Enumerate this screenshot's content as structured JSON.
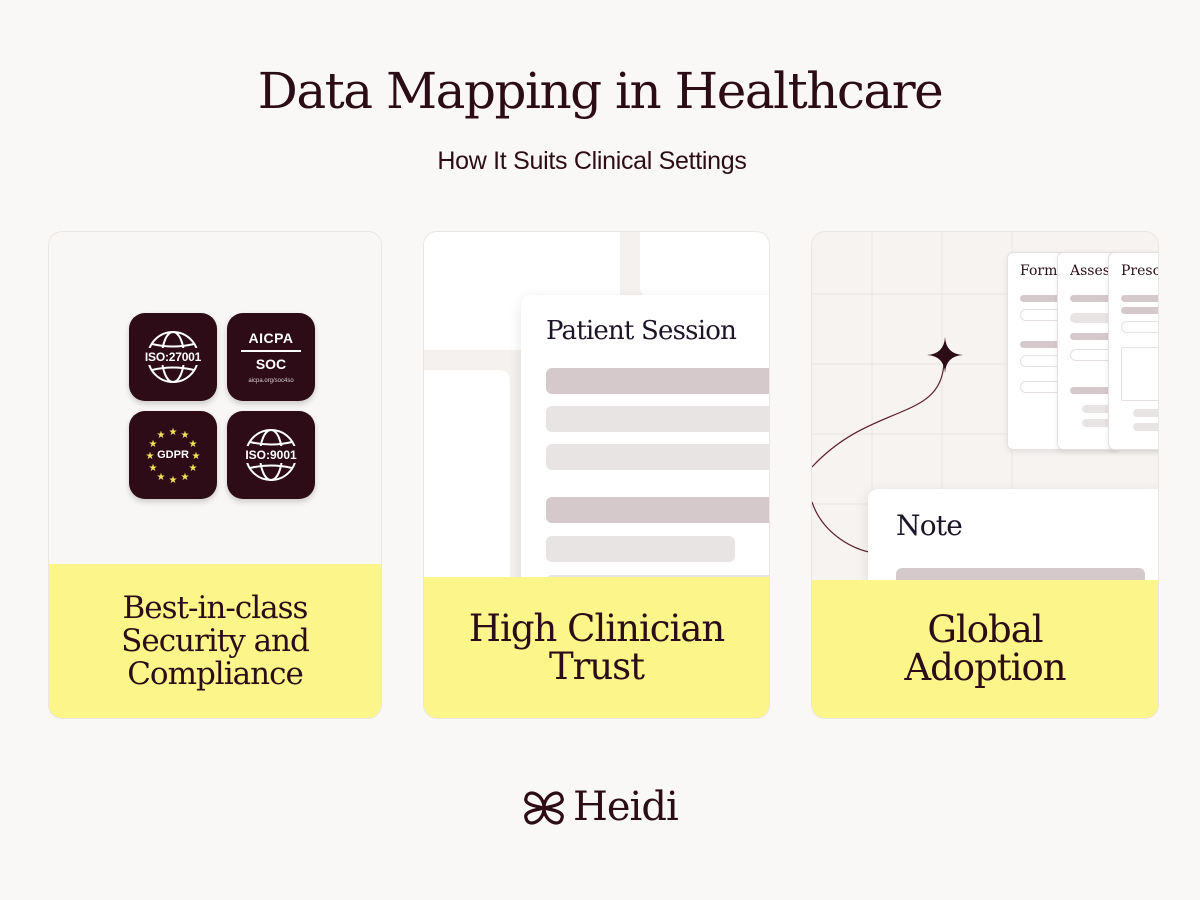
{
  "header": {
    "title": "Data Mapping in Healthcare",
    "subtitle": "How It Suits Clinical Settings"
  },
  "cards": [
    {
      "label_lines": [
        "Best-in-class",
        "Security and",
        "Compliance"
      ],
      "badges": [
        {
          "text": "ISO:27001",
          "icon": "globe-icon"
        },
        {
          "top": "AICPA",
          "bottom": "SOC",
          "small": "aicpa.org/soc4so"
        },
        {
          "text": "GDPR",
          "icon": "eu-stars-icon"
        },
        {
          "text": "ISO:9001",
          "icon": "globe-icon"
        }
      ]
    },
    {
      "label_lines": [
        "High Clinician",
        "Trust"
      ],
      "panel_title": "Patient Session"
    },
    {
      "label_lines": [
        "Global",
        "Adoption"
      ],
      "doc_titles": [
        "Form",
        "Asses",
        "Presc"
      ],
      "note_title": "Note"
    }
  ],
  "brand": {
    "name": "Heidi",
    "icon": "heidi-logo-icon"
  },
  "colors": {
    "background": "#faf8f6",
    "dark": "#2c0d17",
    "highlight": "#fbf58a",
    "bar_dark": "#d6c9cc",
    "bar_light": "#e9e4e4"
  }
}
